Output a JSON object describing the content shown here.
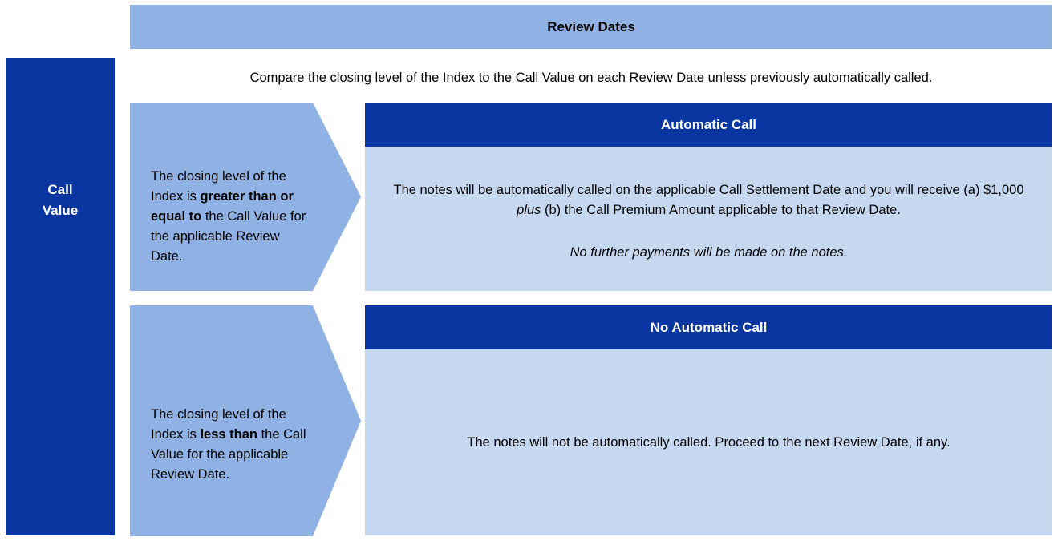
{
  "colors": {
    "navy": "#0A36A2",
    "medium_blue": "#8FB1E4",
    "light_blue": "#C6D8F0",
    "background": "#FFFFFF"
  },
  "header": {
    "title": "Review Dates"
  },
  "sidebar": {
    "label": "Call Value"
  },
  "intro": {
    "text": "Compare the closing level of the Index to the Call Value on each Review Date unless previously automatically called."
  },
  "rows": [
    {
      "condition_segments": [
        {
          "text": "The closing level of the Index is "
        },
        {
          "text": "greater than or equal to",
          "bold": true
        },
        {
          "text": " the Call Value for the applicable Review Date."
        }
      ],
      "outcome_title": "Automatic Call",
      "outcome_body_segments": [
        {
          "text": "The notes will be automatically called on the applicable Call Settlement Date and you will receive (a) $1,000 "
        },
        {
          "text": "plus",
          "italic": true
        },
        {
          "text": " (b) the Call Premium Amount applicable to that Review Date."
        }
      ],
      "outcome_note": "No further payments will be made on the notes."
    },
    {
      "condition_segments": [
        {
          "text": "The closing level of the Index is "
        },
        {
          "text": "less than",
          "bold": true
        },
        {
          "text": " the Call Value for the applicable Review Date."
        }
      ],
      "outcome_title": "No Automatic Call",
      "outcome_body_segments": [
        {
          "text": "The notes will not be automatically called. Proceed to the next Review Date, if any."
        }
      ],
      "outcome_note": ""
    }
  ]
}
